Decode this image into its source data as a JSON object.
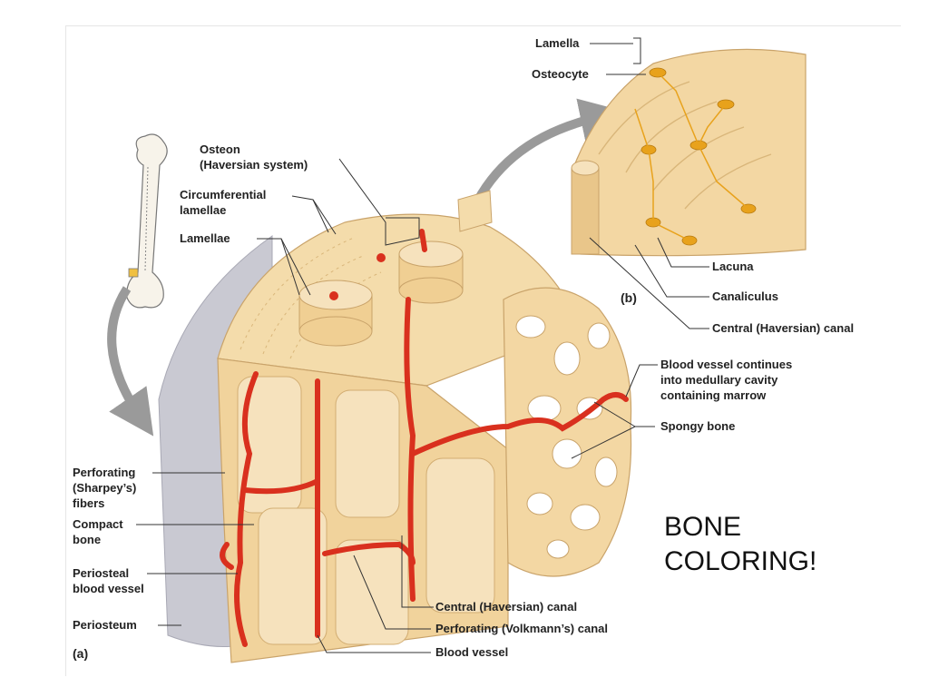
{
  "slide": {
    "caption_line1": "BONE",
    "caption_line2": "COLORING!"
  },
  "panel_a": {
    "tag": "(a)",
    "labels": {
      "osteon_1": "Osteon",
      "osteon_2": "(Haversian system)",
      "circ_1": "Circumferential",
      "circ_2": "lamellae",
      "lamellae": "Lamellae",
      "perforating_1": "Perforating",
      "perforating_2": "(Sharpey’s)",
      "perforating_3": "fibers",
      "compact_1": "Compact",
      "compact_2": "bone",
      "periosteal_1": "Periosteal",
      "periosteal_2": "blood vessel",
      "periosteum": "Periosteum",
      "blood_continues_1": "Blood vessel continues",
      "blood_continues_2": "into medullary cavity",
      "blood_continues_3": "containing marrow",
      "spongy": "Spongy bone",
      "central_canal": "Central (Haversian) canal",
      "volkmann": "Perforating (Volkmann’s) canal",
      "blood_vessel": "Blood vessel"
    }
  },
  "panel_b": {
    "tag": "(b)",
    "labels": {
      "lamella": "Lamella",
      "osteocyte": "Osteocyte",
      "lacuna": "Lacuna",
      "canaliculus": "Canaliculus",
      "central_canal": "Central (Haversian) canal"
    }
  },
  "colors": {
    "bone": "#f2d9a8",
    "bone_dark": "#d9b67a",
    "vessel": "#d9301e",
    "periosteum": "#b9b9c4",
    "osteocyte": "#e8a21c",
    "arrow": "#9a9a9a"
  }
}
